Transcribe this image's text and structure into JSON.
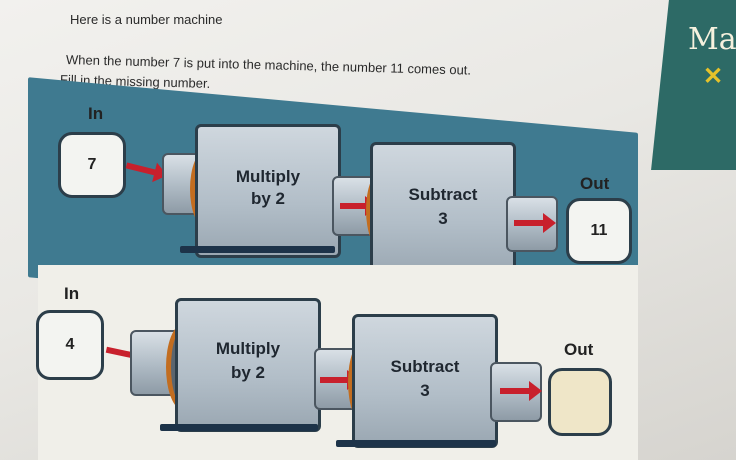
{
  "instructions": {
    "line1": "Here is a number machine",
    "line2": "When the number 7 is put into the machine, the number 11 comes out.",
    "line3": "Fill in the missing number."
  },
  "example": {
    "in_label": "In",
    "in_value": "7",
    "machine1": {
      "line1": "Multiply",
      "line2": "by 2"
    },
    "machine2": {
      "line1": "Subtract",
      "line2": "3"
    },
    "out_label": "Out",
    "out_value": "11"
  },
  "question": {
    "in_label": "In",
    "in_value": "4",
    "machine1": {
      "line1": "Multiply",
      "line2": "by 2"
    },
    "machine2": {
      "line1": "Subtract",
      "line2": "3"
    },
    "out_label": "Out",
    "out_value": ""
  },
  "corner": {
    "text": "Ma",
    "mark": "✕"
  },
  "colors": {
    "panel": "#3f7a90",
    "arrow": "#c8202c",
    "ring": "#c26d20",
    "answer_box": "#efe6c8"
  }
}
